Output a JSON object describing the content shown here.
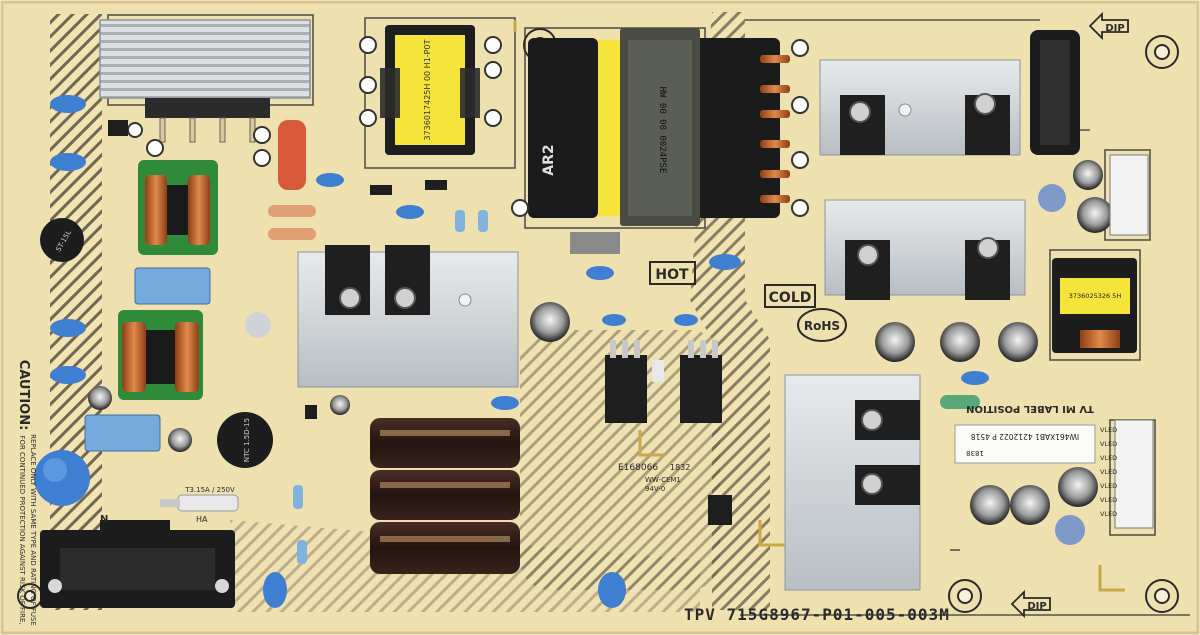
{
  "image": {
    "subject": "TV power supply circuit board",
    "board": {
      "part_number": "TPV 715G8967-P01-005-003M",
      "labels": {
        "hot": "HOT",
        "cold": "COLD",
        "rohs": "RoHS",
        "dip_top": "DIP",
        "dip_bottom": "DIP",
        "caution": "CAUTION:",
        "caution_text_1": "FOR CONTINUED PROTECTION AGAINST RISK OF FIRE,",
        "caution_text_2": "REPLACE ONLY WITH SAME TYPE AND RATING OF FUSE",
        "fuse_rating": "T3.15A / 250V",
        "label_position": "TV MI LABEL POSITION",
        "sticker_1": "IW461XAB1 4212022 P 4518",
        "sticker_2": "1838",
        "cert": "E168066",
        "cert_2": "WW-CEM1",
        "cert_3": "94V-0",
        "date_code": "1832",
        "ref_ha": "HA",
        "ref_n": "N",
        "transformer_main": "AR2",
        "ntc": "ST-15L",
        "thermistor": "NTC 1.5D-15",
        "pfc_coil": "3736025326 5H",
        "vled_pins": [
          "VLED",
          "VLED",
          "VLED",
          "VLED",
          "VLED",
          "VLED",
          "VLED"
        ]
      }
    },
    "colors": {
      "board": "#efe0b0",
      "board_shadow": "#e6d49c",
      "heatsink": "#cfd3d6",
      "capacitor": "#2a1c1a",
      "ceramic_cap": "#3f7fd1",
      "choke_green": "#2f8a3a",
      "copper": "#c56a2a",
      "yellow_tape": "#f5e43a",
      "silkscreen": "#2a2a2a"
    }
  }
}
